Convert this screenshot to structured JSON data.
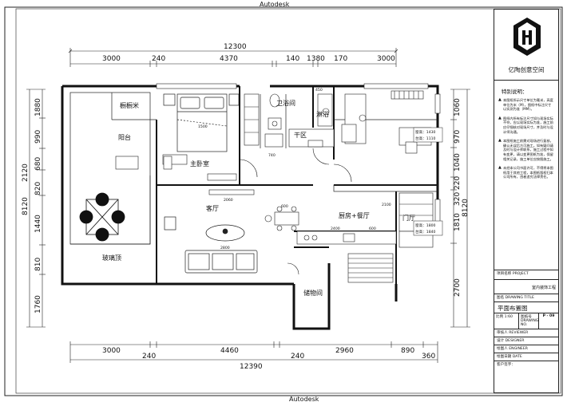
{
  "watermark_top": "Autodesk",
  "watermark_bottom": "Autodesk",
  "dims_top": {
    "overall": "12300",
    "segments": [
      "3000",
      "240",
      "4370",
      "140",
      "1380",
      "170",
      "3000"
    ]
  },
  "dims_bottom": {
    "overall": "12390",
    "segments": [
      "3000",
      "240",
      "4460",
      "240",
      "2960",
      "890",
      "360"
    ]
  },
  "dims_left": {
    "overall": "8120",
    "overall_secondary": "2120",
    "segments": [
      "1880",
      "990",
      "680",
      "820",
      "1440",
      "810",
      "1760"
    ]
  },
  "dims_right": {
    "overall": "8120",
    "segments": [
      "1060",
      "970",
      "1040",
      "320",
      "1810",
      "2700"
    ],
    "inner": [
      "220"
    ]
  },
  "rooms": {
    "storage": "橱橱米",
    "balcony": "阳台",
    "master_bedroom": "主卧室",
    "bathroom_a": "卫浴间",
    "bathroom_b": "淋浴",
    "dry_area": "干区",
    "living_room": "客厅",
    "kitchen_dining": "厨房+餐厅",
    "glass_roof": "玻璃顶",
    "storage_room": "储物间",
    "door": "门厅"
  },
  "small_labels": {
    "bed_width": "1500",
    "tv_width": "2060",
    "sofa_width": "2800",
    "counter_a": "2400",
    "counter_b": "600",
    "shelf_w": "450",
    "shelf_h": "740",
    "kitchen_a": "600",
    "kitchen_b": "2100"
  },
  "height_notes": {
    "box1_line1": "窗高：1430",
    "box1_line2": "台高：1110",
    "box2_line1": "窗高：1800",
    "box2_line2": "台高：1840"
  },
  "title_block": {
    "brand": "亿陶创意空间",
    "notes_title": "特别说明：",
    "notes": [
      "本图纸所示尺寸单位为毫米，高度单位为米（M），图纸中标注尺寸以实测为准（MM）。",
      "图纸内所有标注尺寸如与现场实际不符，应以现场实际为准，施工前应仔细核对现场尺寸，并及时与设计师沟通。",
      "本图纸施工前需对现场进行复核，确认无误后方可施工。如有疑问请及时与设计师联系，施工过程中如有变更，请以变更图纸为准，保留相关记录，施工单位应按图施工。",
      "未经本公司书面许可，不得将本图纸用于其他工程，本图纸版权归本公司所有，违者追究法律责任。"
    ],
    "project_label": "项目名称  PROJECT",
    "project_value": "室内装饰工程",
    "drawing_title_label": "图名  DRAWING TITLE",
    "drawing_title": "平面布置图",
    "scale_label": "比例  1:60",
    "number_label": "图纸号  DRAWING NO.",
    "drawing_no": "P - 09",
    "rows": [
      "审核人  REVIEWER",
      "设计  DESIGNER",
      "绘图人  ENGINEER",
      "绘图日期  DATE",
      "客户签字："
    ]
  }
}
